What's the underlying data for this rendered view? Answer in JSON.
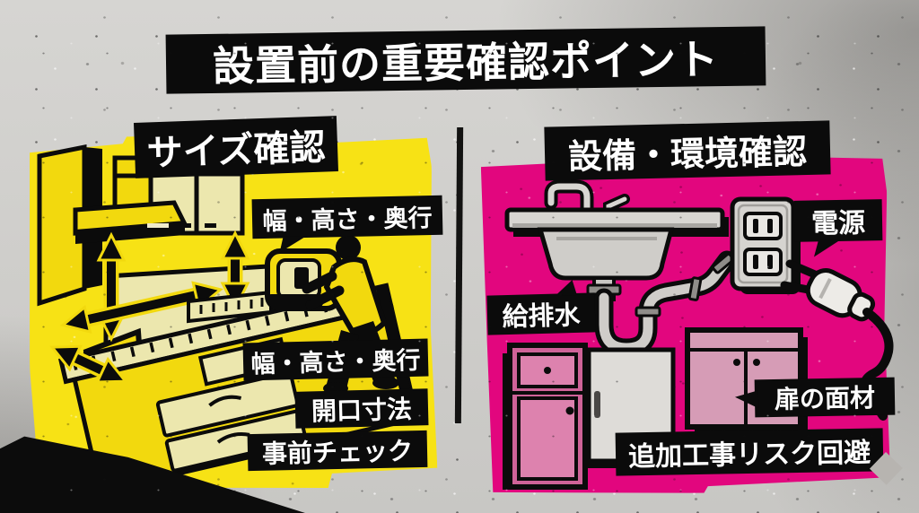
{
  "title": "設置前の重要確認ポイント",
  "left_panel": {
    "header": "サイズ確認",
    "dimension_bubble": "幅・高さ・奥行",
    "labels": {
      "dimensions": "幅・高さ・奥行",
      "opening": "開口寸法",
      "precheck": "事前チェック"
    },
    "accent_color": "#f7e215"
  },
  "right_panel": {
    "header": "設備・環境確認",
    "power_bubble": "電源",
    "water_label": "給排水",
    "door_bubble": "扉の面材",
    "risk_label": "追加工事リスク回避",
    "accent_color": "#e2067e"
  },
  "colors": {
    "banner_black": "#0b0b0b",
    "concrete_grey": "#cfcdca",
    "text_white": "#ffffff"
  },
  "icons": {
    "kitchen-illustration": "kitchen cabinets with measuring arrows",
    "tape-measure-icon": "giant tape measure",
    "measuring-person-icon": "person pushing tape measure",
    "sink-icon": "sink with faucet and drain trap",
    "outlet-icon": "wall power outlet",
    "power-plug-icon": "unplugged power cord",
    "cabinet-icons": "base cabinets and door panel"
  }
}
